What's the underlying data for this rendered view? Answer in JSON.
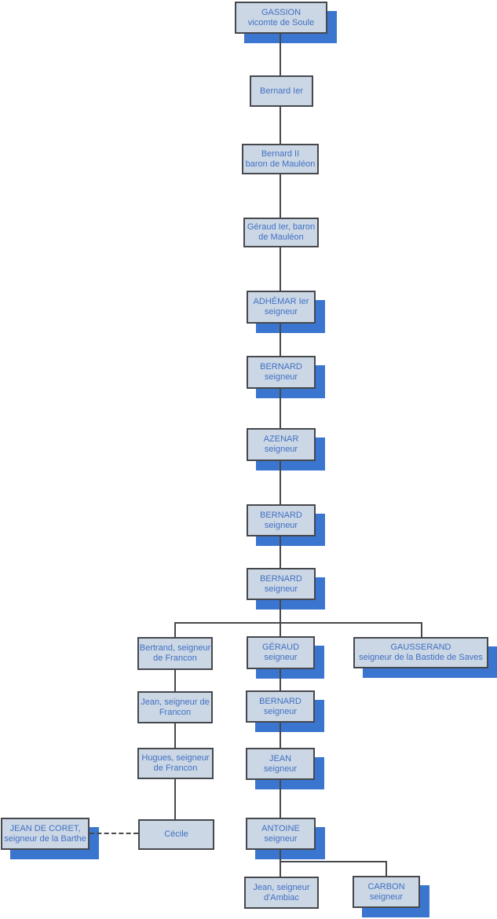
{
  "diagram": {
    "type": "family-tree",
    "colors": {
      "box_fill": "#cbd7e5",
      "box_border": "#46484c",
      "text": "#4170c2",
      "shadow_accent": "#3a76d0",
      "connector": "#46484c",
      "background": "#ffffff"
    },
    "nodes": {
      "gassion": {
        "line1": "GASSION",
        "line2": "vicomte de Soule"
      },
      "bernard_ier": {
        "line1": "Bernard Ier"
      },
      "bernard_ii": {
        "line1": "Bernard II",
        "line2": "baron de Mauléon"
      },
      "geraud_ier": {
        "line1": "Géraud Ier, baron",
        "line2": "de Mauléon"
      },
      "adhemar": {
        "line1": "ADHÉMAR Ier",
        "line2": "seigneur"
      },
      "bernard_a": {
        "line1": "BERNARD",
        "line2": "seigneur"
      },
      "azenar": {
        "line1": "AZENAR",
        "line2": "seigneur"
      },
      "bernard_b": {
        "line1": "BERNARD",
        "line2": "seigneur"
      },
      "bernard_c": {
        "line1": "BERNARD",
        "line2": "seigneur"
      },
      "bertrand": {
        "line1": "Bertrand, seigneur",
        "line2": "de Francon"
      },
      "geraud": {
        "line1": "GÉRAUD",
        "line2": "seigneur"
      },
      "gausserand": {
        "line1": "GAUSSERAND",
        "line2": "seigneur de la Bastide de Saves"
      },
      "jean_francon": {
        "line1": "Jean, seigneur de",
        "line2": "Francon"
      },
      "bernard_d": {
        "line1": "BERNARD",
        "line2": "seigneur"
      },
      "hugues": {
        "line1": "Hugues, seigneur",
        "line2": "de Francon"
      },
      "jean": {
        "line1": "JEAN",
        "line2": "seigneur"
      },
      "jean_de_coret": {
        "line1": "JEAN DE CORET,",
        "line2": "seigneur de la Barthe"
      },
      "cecile": {
        "line1": "Cécile"
      },
      "antoine": {
        "line1": "ANTOINE",
        "line2": "seigneur"
      },
      "jean_ambiac": {
        "line1": "Jean, seigneur",
        "line2": "d'Ambiac"
      },
      "carbon": {
        "line1": "CARBON",
        "line2": "seigneur"
      }
    }
  }
}
